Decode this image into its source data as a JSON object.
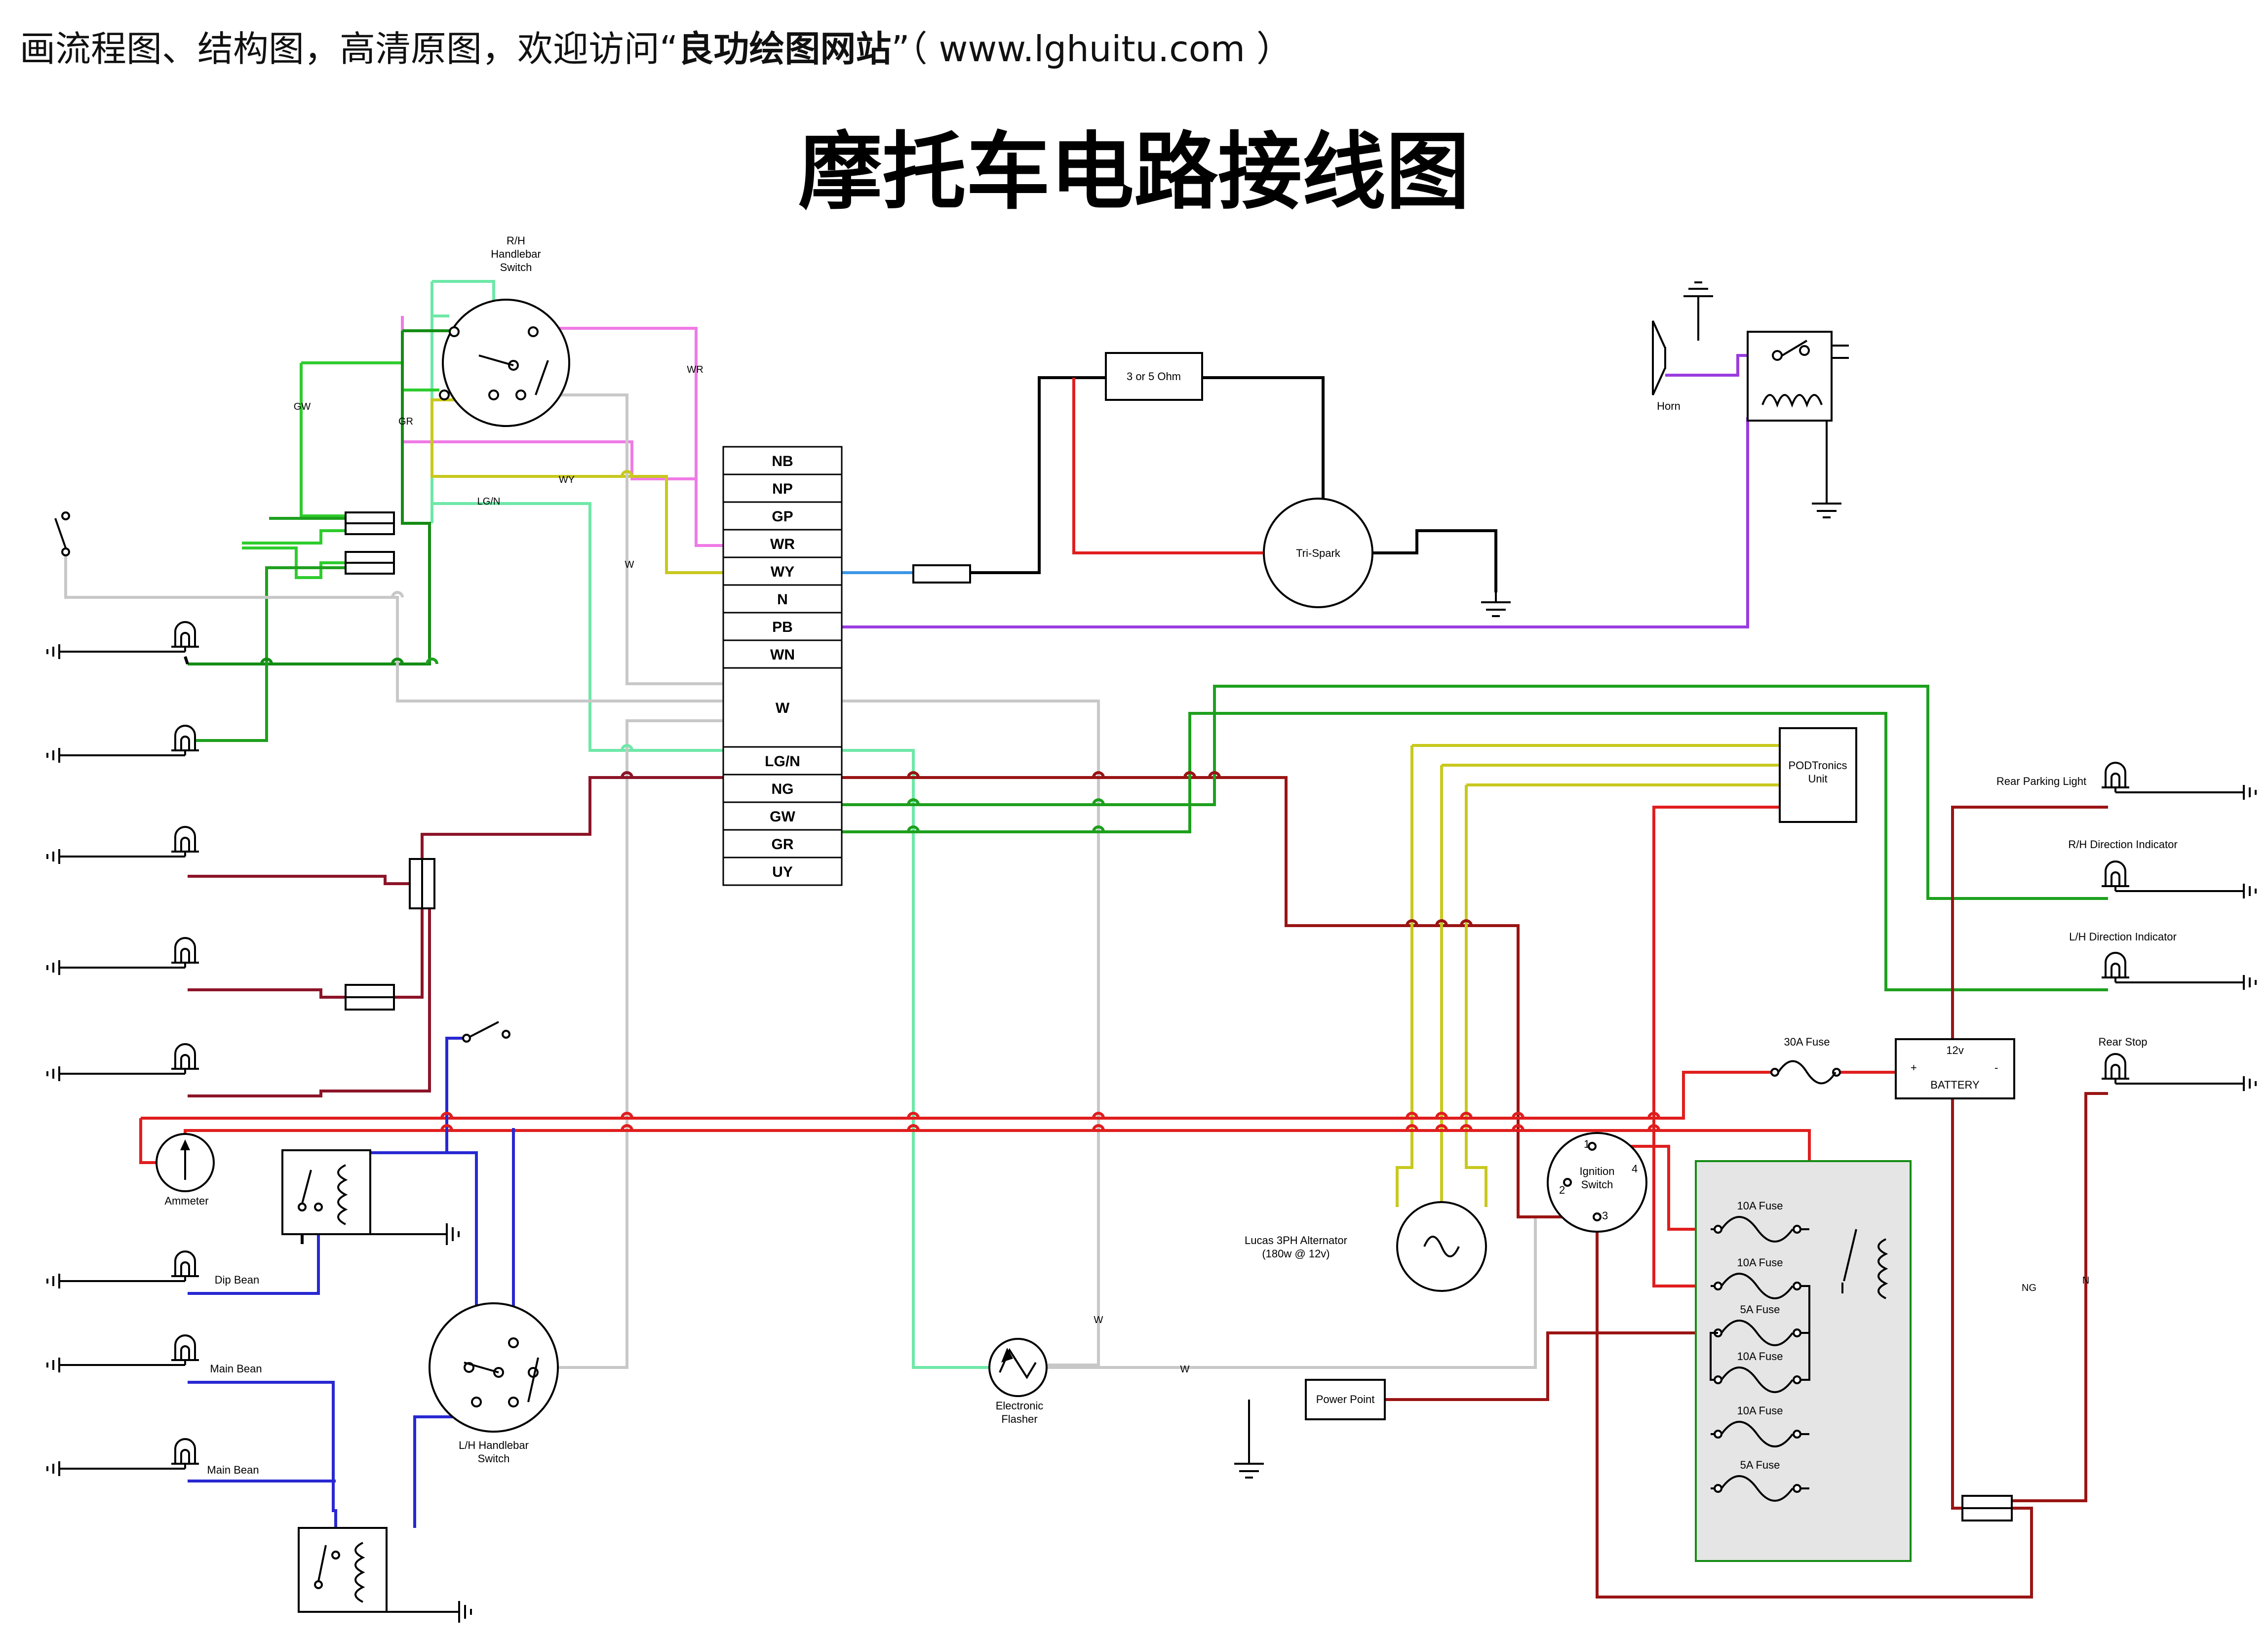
{
  "header": {
    "prefix": "画流程图、结构图，高清原图，欢迎访问“",
    "site_name": "良功绘图网站",
    "suffix": "”（ www.lghuitu.com ）"
  },
  "title": "摩托车电路接线图",
  "colors": {
    "green": "#1ea01e",
    "dark_green": "#148c14",
    "light_green": "#2ecc2e",
    "mint": "#6fe8a8",
    "grey": "#c8c8c8",
    "yellow": "#c8c81e",
    "pink": "#f07ae6",
    "red": "#e01e1e",
    "maroon": "#8c1428",
    "dark_red": "#9a1414",
    "blue": "#2828d2",
    "purple": "#9a3ce0",
    "lightblue": "#3c96e6",
    "black": "#000000",
    "panel_fill": "#e5e5e5",
    "panel_border": "#148c14"
  },
  "labels": {
    "rh_switch": "R/H\nHandlebar\nSwitch",
    "lh_switch": "L/H Handlebar\nSwitch",
    "horn": "Horn",
    "resistor": "3 or 5 Ohm",
    "trispark": "Tri-Spark",
    "pod": "PODTronics\nUnit",
    "ammeter": "Ammeter",
    "dip": "Dip Bean",
    "main1": "Main Bean",
    "main2": "Main Bean",
    "flasher": "Electronic\nFlasher",
    "power_point": "Power Point",
    "alternator": "Lucas 3PH Alternator\n(180w @ 12v)",
    "ignition": "Ignition\nSwitch",
    "fuse30": "30A Fuse",
    "battery_v": "12v",
    "battery": "BATTERY",
    "battery_plus": "+",
    "battery_minus": "-",
    "rear_parking": "Rear Parking Light",
    "rh_indicator": "R/H Direction Indicator",
    "lh_indicator": "L/H Direction Indicator",
    "rear_stop": "Rear Stop",
    "fuses": [
      "10A Fuse",
      "10A Fuse",
      "5A Fuse",
      "10A Fuse",
      "10A Fuse",
      "5A Fuse"
    ],
    "ign_pins": [
      "1",
      "2",
      "3",
      "4"
    ]
  },
  "connector_pins": [
    "NB",
    "NP",
    "GP",
    "WR",
    "WY",
    "N",
    "PB",
    "WN",
    "W",
    "LG/N",
    "NG",
    "GW",
    "GR",
    "UY"
  ],
  "wire_labels": [
    "GW",
    "GR",
    "WR",
    "WY",
    "LG/N",
    "W",
    "W",
    "W",
    "NG",
    "N"
  ]
}
